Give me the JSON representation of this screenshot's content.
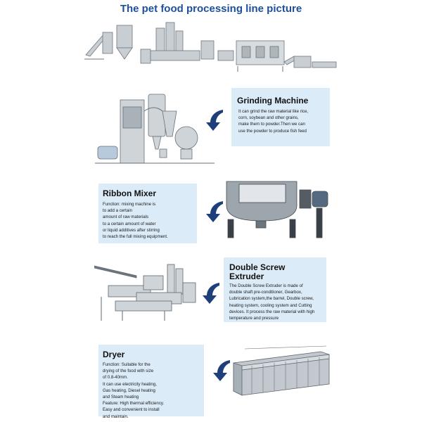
{
  "title": "The pet food processing line picture",
  "sections": [
    {
      "title": "Grinding Machine",
      "text": "It can grind the raw material like rice,\ncorn, soybean and other grains,\nmake them to powder.Then we can\nuse the powder to produce fish feed"
    },
    {
      "title": "Ribbon Mixer",
      "text": "Function: mixing machine is\nto add a certain\namount of raw materials\nto a certain amount of water\nor liquid additives after stirring\nto reach the full mixing equipment."
    },
    {
      "title_line1": "Double Screw",
      "title_line2": "Extruder",
      "text": "The Double Screw Extruder is made of\ndouble shaft pre-conditioner, Gearbox,\nLubrication system,the barrel, Double screw,\nheating system,  cooling system and Cutting\ndevices. It process the raw material with high\ntemperature and pressure"
    },
    {
      "title": "Dryer",
      "text": "Function: Suitable for the\ndrying of the food with size\nof 0.8-40mm.\nIt can use electricity heating,\nGas heating, Diesel heating\nand Steam heating\nFeature: High thermal efficiency.\nEasy and convenient to install\nand maintain."
    }
  ],
  "colors": {
    "title": "#1d4f9c",
    "box": "#dcebf8",
    "arrow": "#1e3f7a"
  }
}
